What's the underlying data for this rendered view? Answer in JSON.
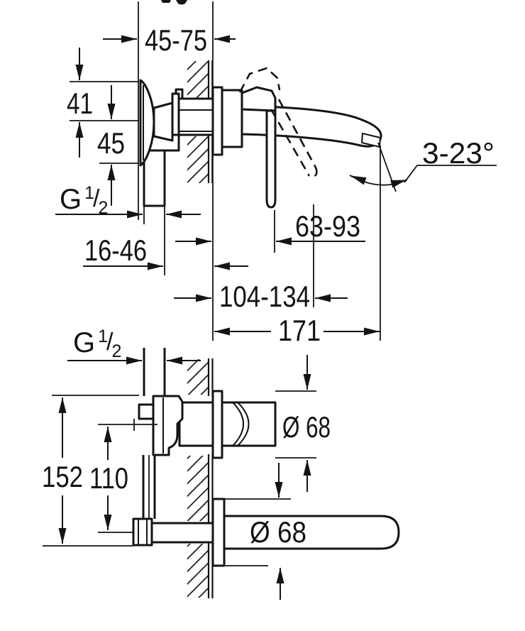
{
  "drawing": {
    "title": "wall-mounted-basin-mixer-installation-dimensions",
    "units_implied": "mm",
    "dimensions": {
      "mounting_depth": "45-75",
      "flange_above_axis": "41",
      "flange_below_axis": "45",
      "thread_side_view": {
        "g": "G",
        "numerator": "1",
        "slash": "/",
        "denominator": "2"
      },
      "stub_to_wall": "16-46",
      "wall_to_lever_closed": "63-93",
      "wall_to_lever_open": "104-134",
      "spout_projection": "171",
      "spout_angle": "3-23°",
      "thread_front_view": {
        "g": "G",
        "numerator": "1",
        "slash": "/",
        "denominator": "2"
      },
      "overall_height": "152",
      "axis_distance": "110",
      "handle_rosette_diameter": "Ø 68",
      "spout_rosette_diameter": "Ø 68"
    }
  }
}
